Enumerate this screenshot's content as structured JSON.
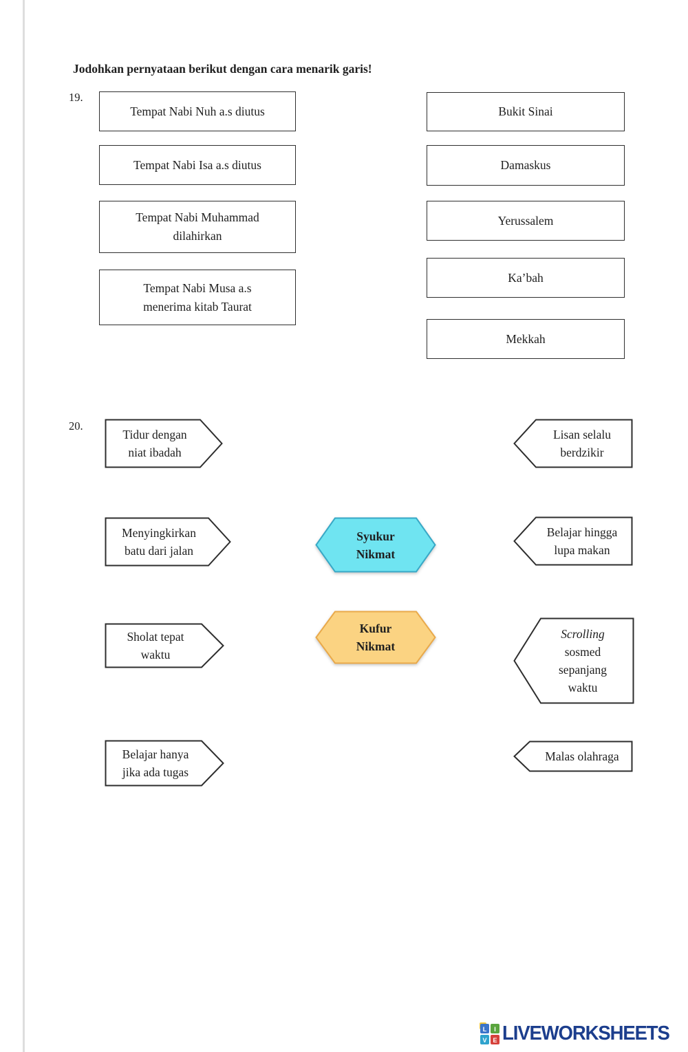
{
  "page": {
    "title": "Jodohkan pernyataan berikut dengan cara menarik garis!",
    "q19_number": "19.",
    "q20_number": "20."
  },
  "q19": {
    "left_items": [
      {
        "label": "Tempat Nabi Nuh a.s diutus"
      },
      {
        "label": "Tempat Nabi Isa a.s diutus"
      },
      {
        "label": "Tempat Nabi Muhammad dilahirkan"
      },
      {
        "label": "Tempat Nabi Musa a.s menerima kitab Taurat"
      }
    ],
    "right_items": [
      {
        "label": "Bukit Sinai"
      },
      {
        "label": "Damaskus"
      },
      {
        "label": "Yerussalem"
      },
      {
        "label": "Ka’bah"
      },
      {
        "label": "Mekkah"
      }
    ]
  },
  "q20": {
    "left_items": [
      {
        "label": "Tidur dengan niat ibadah"
      },
      {
        "label": "Menyingkirkan batu dari jalan"
      },
      {
        "label": "Sholat tepat waktu"
      },
      {
        "label": "Belajar hanya jika ada tugas"
      }
    ],
    "center_items": [
      {
        "label": "Syukur Nikmat",
        "fill": "#6fe4f1",
        "stroke": "#38a8c6"
      },
      {
        "label": "Kufur Nikmat",
        "fill": "#fbd382",
        "stroke": "#e9a94a"
      }
    ],
    "right_items": [
      {
        "label": "Lisan selalu berdzikir"
      },
      {
        "label": "Belajar hingga lupa makan"
      },
      {
        "italic_prefix": "Scrolling",
        "label": "sosmed sepanjang waktu"
      },
      {
        "label": "Malas olahraga"
      }
    ]
  },
  "footer": {
    "brand": "LIVEWORKSHEETS",
    "brand_color": "#1c3e8d",
    "tiles": [
      {
        "letter": "L",
        "color": "#3b74c9"
      },
      {
        "letter": "I",
        "color": "#5aa53e"
      },
      {
        "letter": "V",
        "color": "#2fa3cd"
      },
      {
        "letter": "E",
        "color": "#d6423b"
      }
    ],
    "accent_color": "#f2c437"
  }
}
